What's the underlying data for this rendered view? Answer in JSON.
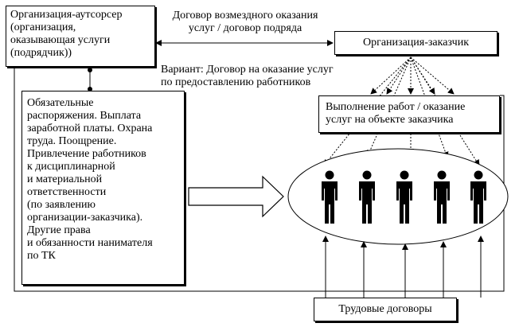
{
  "outsourcer": {
    "label": "Организация-аутсорсер\n(организация,\nоказывающая услуги\n(подрядчик))"
  },
  "contract_label": "Договор возмездного оказания\nуслуг / договор подряда",
  "customer": {
    "label": "Организация-заказчик"
  },
  "variant_label": "Вариант: Договор на оказание услуг\nпо предоставлению работников",
  "obligations": {
    "label": "Обязательные\nраспоряжения. Выплата\nзаработной платы. Охрана\nтруда. Поощрение.\nПривлечение работников\nк дисциплинарной\nи материальной\nответственности\n(по заявлению\nорганизации-заказчика).\nДругие права\nи обязанности нанимателя\nпо ТК"
  },
  "work": {
    "label": "Выполнение работ / оказание\nуслуг на объекте заказчика"
  },
  "workers": {
    "count": 5,
    "icon": "person-icon"
  },
  "labor": {
    "label": "Трудовые договоры"
  }
}
